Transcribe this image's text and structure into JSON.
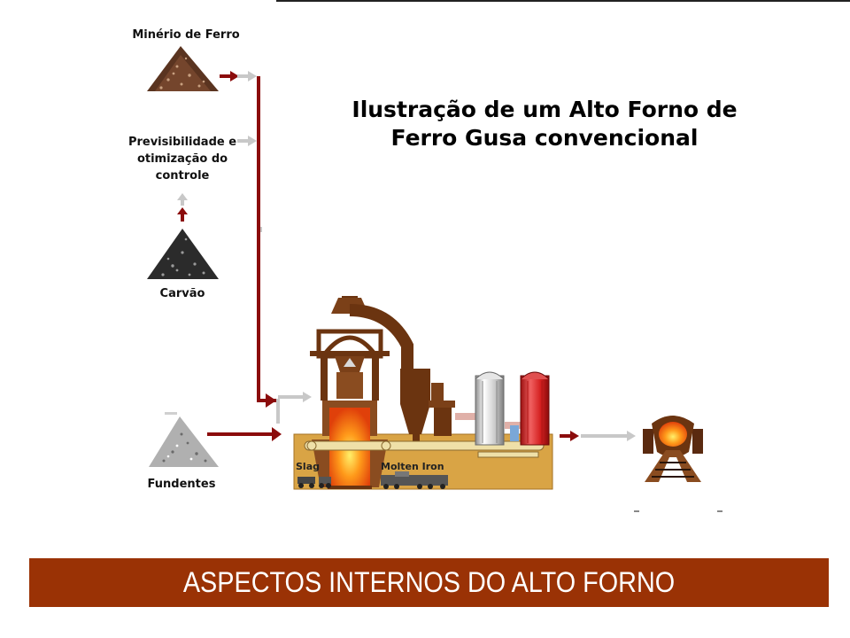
{
  "title": "Ilustração de um Alto Forno de Ferro Gusa convencional",
  "labels": {
    "iron_ore": "Minério de Ferro",
    "control": "Previsibilidade e otimização do controle",
    "coal": "Carvão",
    "fluxes": "Fundentes",
    "slag": "Slag",
    "molten_iron": "Molten Iron"
  },
  "banner": "ASPECTOS INTERNOS DO ALTO FORNO",
  "colors": {
    "banner": "#9a3205",
    "furnace_brown": "#6b3410",
    "base_tan": "#d9a445",
    "conveyor_red": "#8b0c0c",
    "arrow_gray": "#c8c8c8"
  }
}
